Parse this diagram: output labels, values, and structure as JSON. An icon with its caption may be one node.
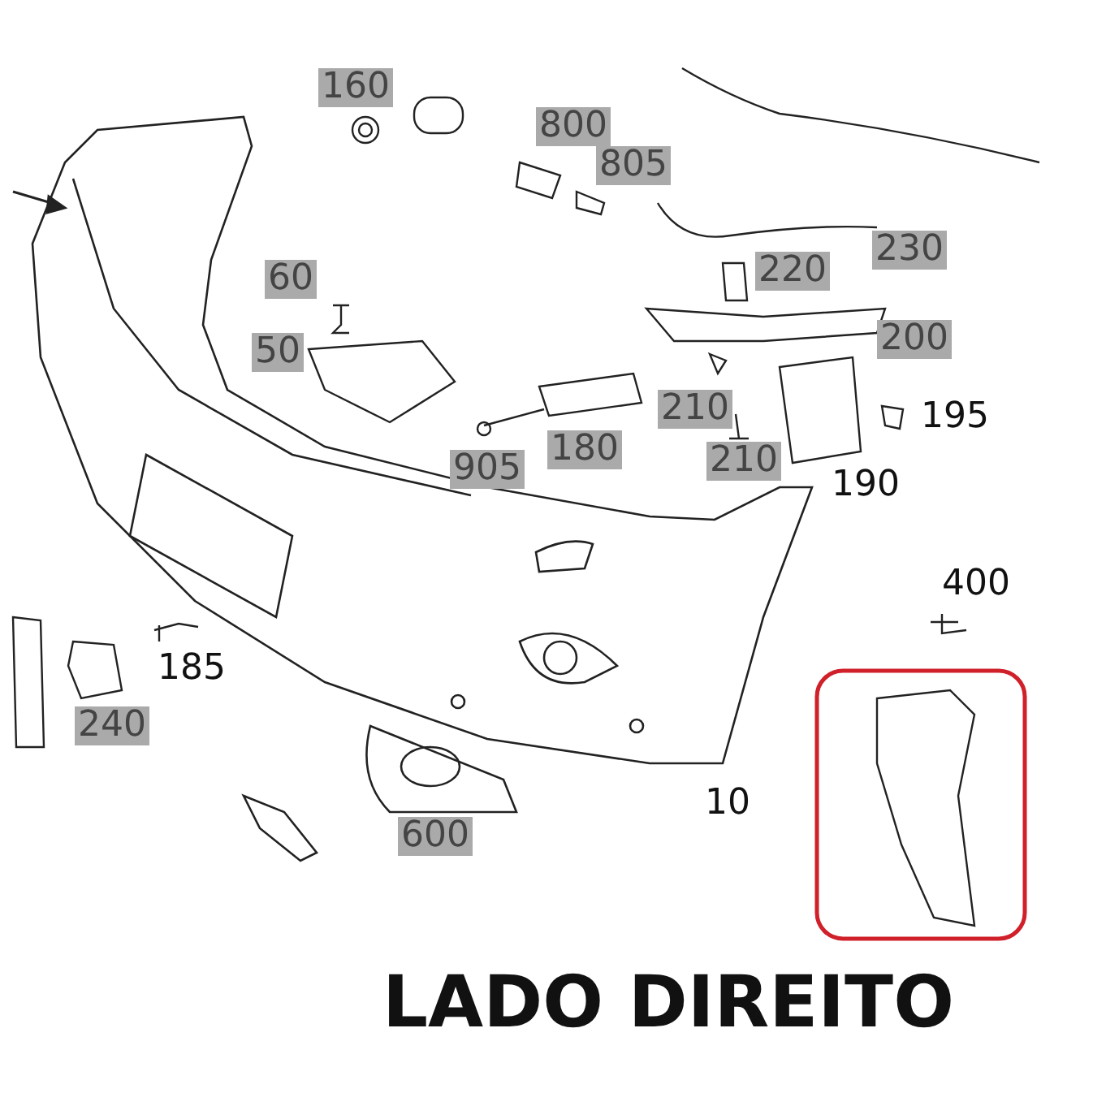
{
  "diagram": {
    "title": "LADO DIREITO",
    "labels": [
      "160",
      "800",
      "805",
      "230",
      "60",
      "220",
      "50",
      "200",
      "210",
      "195",
      "905",
      "180",
      "210",
      "190",
      "400",
      "185",
      "240",
      "10",
      "600"
    ]
  }
}
